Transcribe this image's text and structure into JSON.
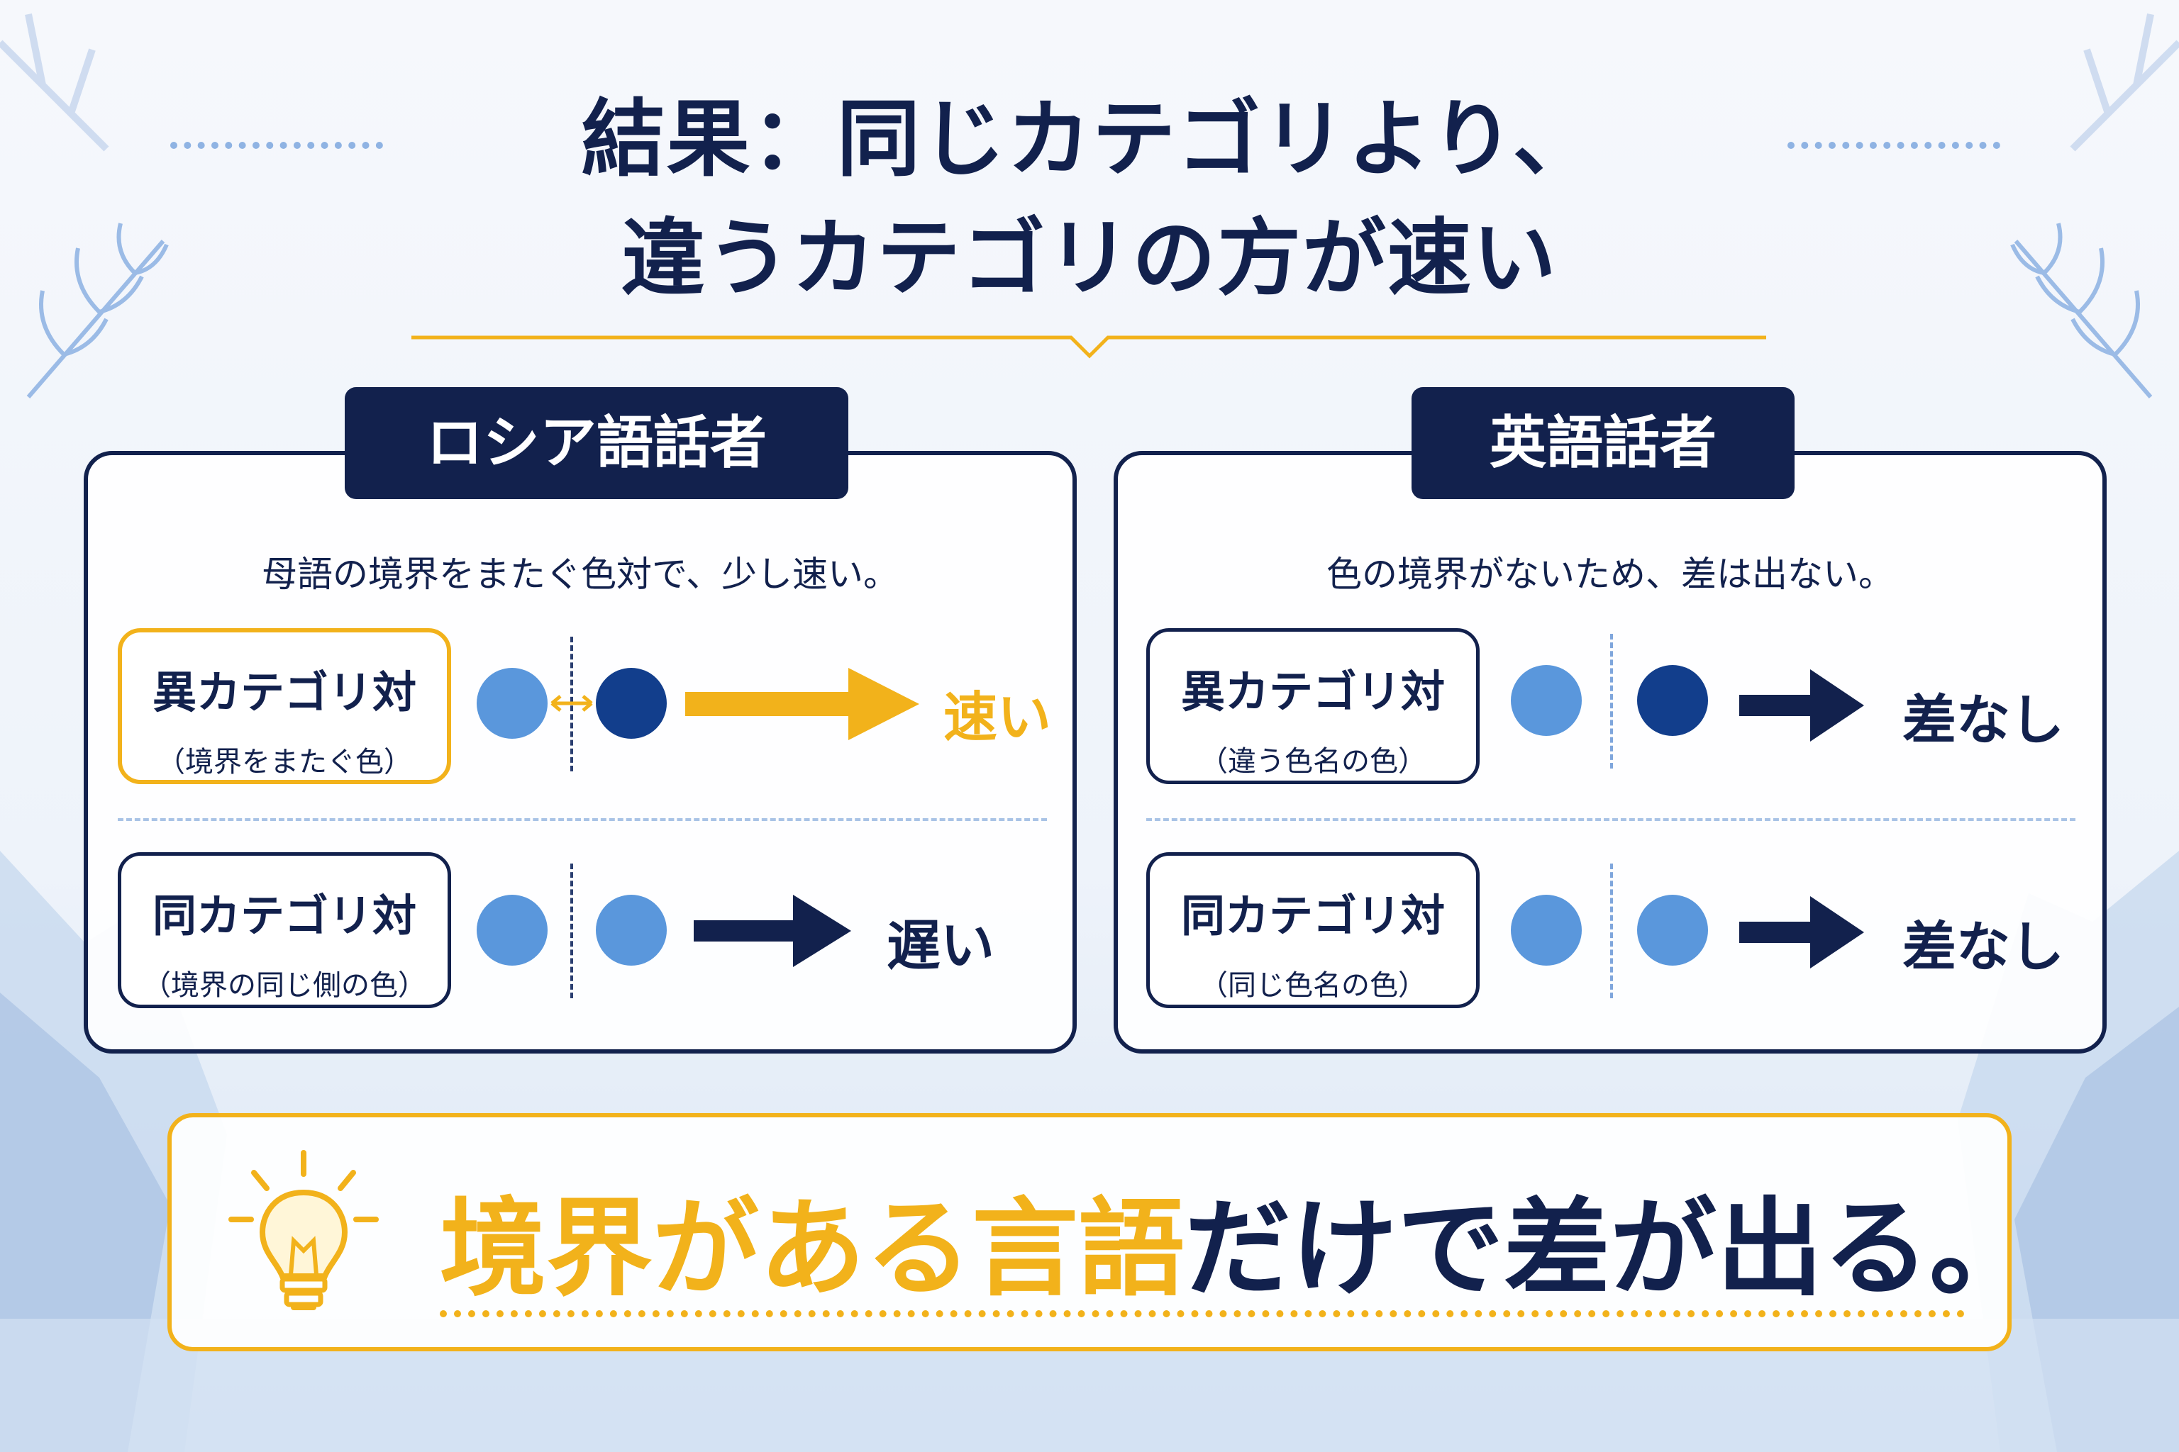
{
  "title": {
    "line1": "結果：同じカテゴリより、",
    "line2": "違うカテゴリの方が速い"
  },
  "panels": [
    {
      "tab": "ロシア語話者",
      "subtitle": "母語の境界をまたぐ色対で、少し速い。",
      "rows": [
        {
          "label": "異カテゴリ対",
          "sublabel": "（境界をまたぐ色）",
          "result": "速い"
        },
        {
          "label": "同カテゴリ対",
          "sublabel": "（境界の同じ側の色）",
          "result": "遅い"
        }
      ]
    },
    {
      "tab": "英語話者",
      "subtitle": "色の境界がないため、差は出ない。",
      "rows": [
        {
          "label": "異カテゴリ対",
          "sublabel": "（違う色名の色）",
          "result": "差なし"
        },
        {
          "label": "同カテゴリ対",
          "sublabel": "（同じ色名の色）",
          "result": "差なし"
        }
      ]
    }
  ],
  "bottom": {
    "highlight": "境界がある言語",
    "rest": "だけで差が出る。",
    "icon": "lightbulb-icon"
  },
  "colors": {
    "navy": "#12214d",
    "gold": "#f2b21b",
    "dot_light": "#5a97dc",
    "dot_dark": "#123e8c"
  }
}
